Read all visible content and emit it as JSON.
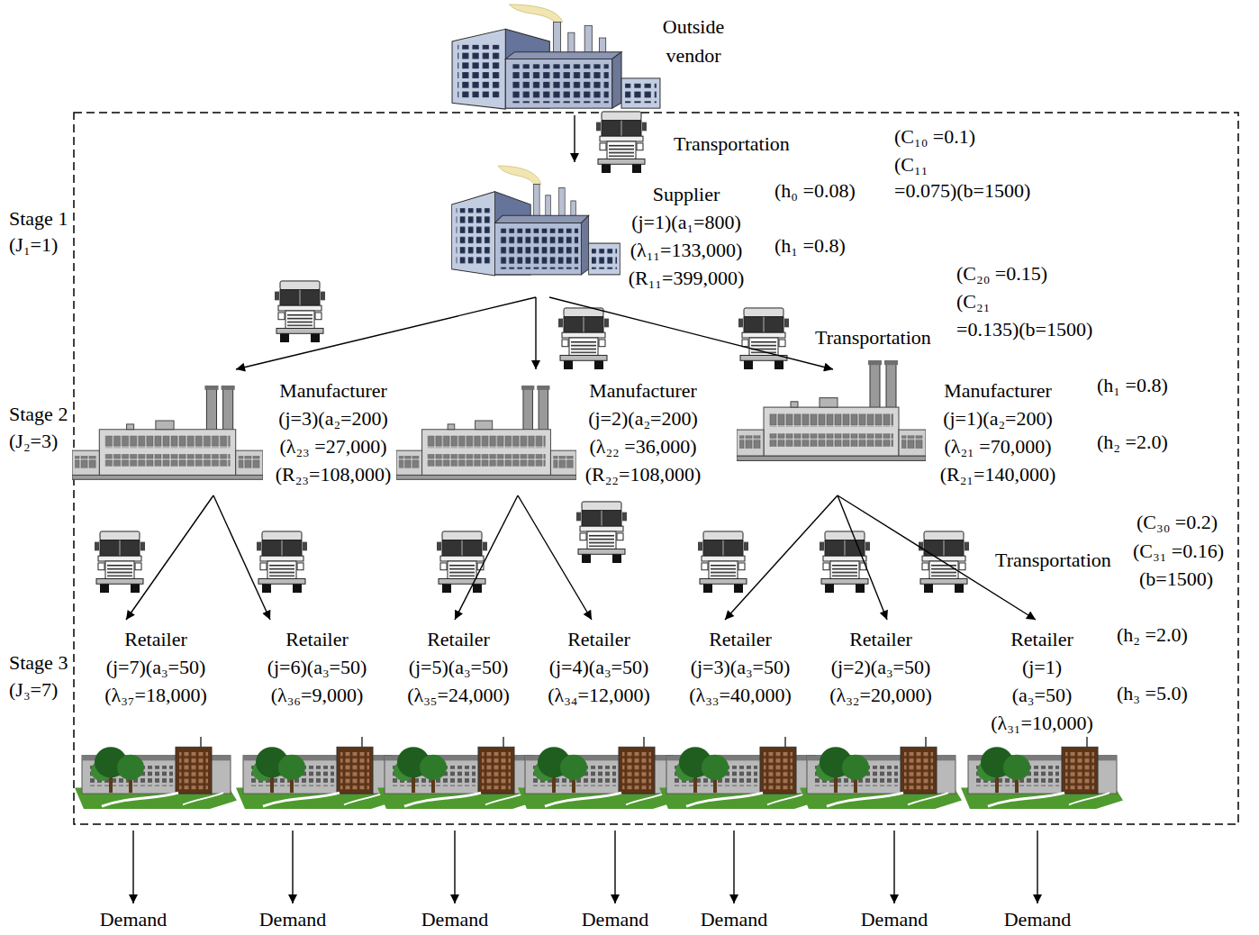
{
  "diagram": {
    "nodes": [
      {
        "text": [
          "Outside vendor"
        ]
      },
      {
        "text": [
          "Supplier",
          "(j=1)(a₁=800)",
          "(λ₁₁=133,000)",
          "(R₁₁=399,000)"
        ]
      },
      {
        "text": [
          "Manufacturer",
          "(j=3)(a₂=200)",
          "(λ₂₃ =27,000)",
          "(R₂₃=108,000)"
        ]
      },
      {
        "text": [
          "Manufacturer",
          "(j=2)(a₂=200)",
          "(λ₂₂ =36,000)",
          "(R₂₂=108,000)"
        ]
      },
      {
        "text": [
          "Manufacturer",
          "(j=1)(a₂=200)",
          "(λ₂₁ =70,000)",
          "(R₂₁=140,000)"
        ]
      },
      {
        "text": [
          "Retailer",
          "(j=7)(a₃=50)",
          "(λ₃₇=18,000)"
        ]
      },
      {
        "text": [
          "Retailer",
          "(j=6)(a₃=50)",
          "(λ₃₆=9,000)"
        ]
      },
      {
        "text": [
          "Retailer",
          "(j=5)(a₃=50)",
          "(λ₃₅=24,000)"
        ]
      },
      {
        "text": [
          "Retailer",
          "(j=4)(a₃=50)",
          "(λ₃₄=12,000)"
        ]
      },
      {
        "text": [
          "Retailer",
          "(j=3)(a₃=50)",
          "(λ₃₃=40,000)"
        ]
      },
      {
        "text": [
          "Retailer",
          "(j=2)(a₃=50)",
          "(λ₃₂=20,000)"
        ]
      },
      {
        "text": [
          "Retailer",
          "(j=1)",
          "(a₃=50)",
          "(λ₃₁=10,000)"
        ]
      }
    ],
    "edges": [
      {
        "from": 0,
        "to": 1,
        "arrow": "to"
      },
      {
        "from": 1,
        "to": 2,
        "arrow": "to"
      },
      {
        "from": 1,
        "to": 3,
        "arrow": "to"
      },
      {
        "from": 1,
        "to": 4,
        "arrow": "to"
      },
      {
        "from": 2,
        "to": 5,
        "arrow": "to"
      },
      {
        "from": 2,
        "to": 6,
        "arrow": "to"
      },
      {
        "from": 3,
        "to": 7,
        "arrow": "to"
      },
      {
        "from": 3,
        "to": 8,
        "arrow": "to"
      },
      {
        "from": 4,
        "to": 9,
        "arrow": "to"
      },
      {
        "from": 4,
        "to": 10,
        "arrow": "to"
      },
      {
        "from": 4,
        "to": 11,
        "arrow": "to"
      }
    ],
    "labels": [
      "(C₁₀ =0.1)",
      "Transportation",
      "(C₁₁",
      "(h₀ =0.08)",
      "=0.075)(b=1500)",
      "Stage 1",
      "(J₁=1)",
      "(h₁ =0.8)",
      "(C₂₀ =0.15)",
      "(C₂₁",
      "Transportation",
      "=0.135)(b=1500)",
      "(h₁ =0.8)",
      "Stage 2",
      "(J₂=3)",
      "(h₂ =2.0)",
      "(C₃₀ =0.2)",
      "(C₃₁ =0.16)",
      "Transportation",
      "(b=1500)",
      "(h₂ =2.0)",
      "Stage 3",
      "(J₃=7)",
      "(h₃ =5.0)",
      "Demand",
      "Demand",
      "Demand",
      "Demand",
      "Demand",
      "Demand",
      "Demand"
    ]
  }
}
